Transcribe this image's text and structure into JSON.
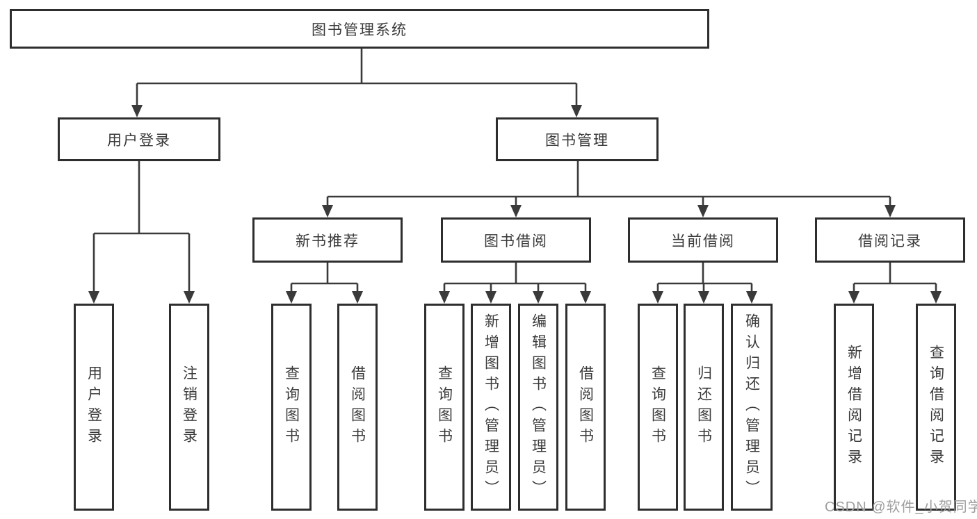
{
  "diagram": {
    "type": "hierarchy-tree",
    "title": "图书管理系统",
    "nodes": {
      "root": "图书管理系统",
      "user_login": "用户登录",
      "book_management": "图书管理",
      "new_book_recommend": "新书推荐",
      "book_borrow": "图书借阅",
      "current_borrow": "当前借阅",
      "borrow_records": "借阅记录",
      "leaf_user_login": "用户登录",
      "leaf_logout": "注销登录",
      "leaf_rec_query_book": "查询图书",
      "leaf_rec_borrow_book": "借阅图书",
      "leaf_bb_query_book": "查询图书",
      "leaf_bb_add_book": "新增图书（管理员）",
      "leaf_bb_edit_book": "编辑图书（管理员）",
      "leaf_bb_borrow_book": "借阅图书",
      "leaf_cb_query_book": "查询图书",
      "leaf_cb_return_book": "归还图书",
      "leaf_cb_confirm_return": "确认归还（管理员）",
      "leaf_br_add_record": "新增借阅记录",
      "leaf_br_query_record": "查询借阅记录"
    },
    "hierarchy": {
      "图书管理系统": {
        "用户登录": [
          "用户登录",
          "注销登录"
        ],
        "图书管理": {
          "新书推荐": [
            "查询图书",
            "借阅图书"
          ],
          "图书借阅": [
            "查询图书",
            "新增图书（管理员）",
            "编辑图书（管理员）",
            "借阅图书"
          ],
          "当前借阅": [
            "查询图书",
            "归还图书",
            "确认归还（管理员）"
          ],
          "借阅记录": [
            "新增借阅记录",
            "查询借阅记录"
          ]
        }
      }
    }
  },
  "watermark": {
    "text": "CSDN @软件_小贺同学",
    "color": "#9e9e9e"
  },
  "colors": {
    "line": "#3a3a3a",
    "box_border": "#2e2e2e",
    "text": "#3a3a3a",
    "background": "#ffffff"
  }
}
